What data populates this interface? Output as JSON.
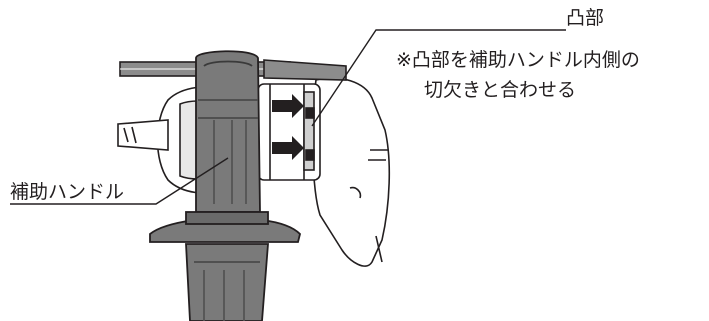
{
  "labels": {
    "protrusion": "凸部",
    "side_handle": "補助ハンドル",
    "note_line1": "※凸部を補助ハンドル内側の",
    "note_line2": "切欠きと合わせる"
  },
  "colors": {
    "ink": "#231f20",
    "tool_body": "#ffffff",
    "handle_fill": "#7a7a7a",
    "handle_dark": "#4a4a4a",
    "arrow_fill": "#231f20",
    "rod_fill": "#8c8c8c"
  }
}
